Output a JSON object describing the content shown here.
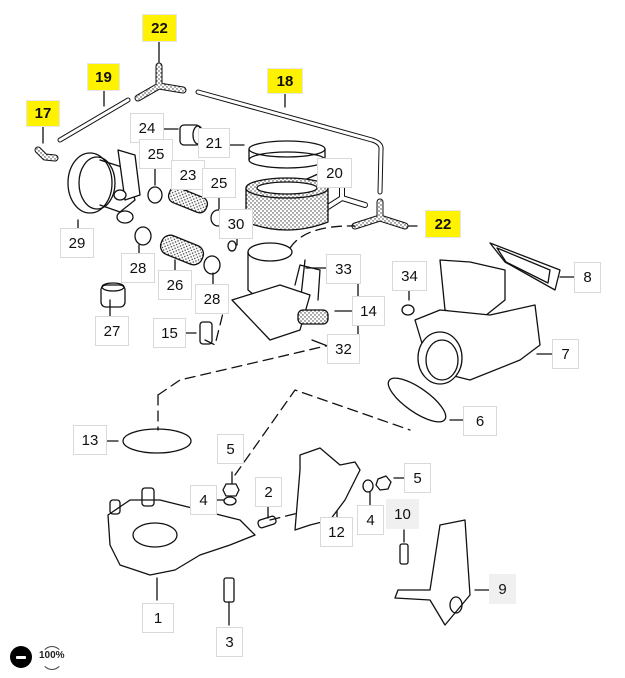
{
  "diagram": {
    "title": "Throttle body / intake parts diagram",
    "highlight_color": "#fff200",
    "callouts": [
      {
        "id": "22a",
        "label": "22",
        "highlighted": true
      },
      {
        "id": "19",
        "label": "19",
        "highlighted": true
      },
      {
        "id": "18",
        "label": "18",
        "highlighted": true
      },
      {
        "id": "17",
        "label": "17",
        "highlighted": true
      },
      {
        "id": "24",
        "label": "24",
        "highlighted": false
      },
      {
        "id": "21",
        "label": "21",
        "highlighted": false
      },
      {
        "id": "25a",
        "label": "25",
        "highlighted": false
      },
      {
        "id": "23",
        "label": "23",
        "highlighted": false
      },
      {
        "id": "25b",
        "label": "25",
        "highlighted": false
      },
      {
        "id": "20",
        "label": "20",
        "highlighted": false
      },
      {
        "id": "22b",
        "label": "22",
        "highlighted": true
      },
      {
        "id": "30",
        "label": "30",
        "highlighted": false
      },
      {
        "id": "29",
        "label": "29",
        "highlighted": false
      },
      {
        "id": "28a",
        "label": "28",
        "highlighted": false
      },
      {
        "id": "26",
        "label": "26",
        "highlighted": false
      },
      {
        "id": "28b",
        "label": "28",
        "highlighted": false
      },
      {
        "id": "33",
        "label": "33",
        "highlighted": false
      },
      {
        "id": "34",
        "label": "34",
        "highlighted": false
      },
      {
        "id": "8",
        "label": "8",
        "highlighted": false
      },
      {
        "id": "14",
        "label": "14",
        "highlighted": false
      },
      {
        "id": "27",
        "label": "27",
        "highlighted": false
      },
      {
        "id": "15",
        "label": "15",
        "highlighted": false
      },
      {
        "id": "32",
        "label": "32",
        "highlighted": false
      },
      {
        "id": "7",
        "label": "7",
        "highlighted": false
      },
      {
        "id": "6",
        "label": "6",
        "highlighted": false
      },
      {
        "id": "13",
        "label": "13",
        "highlighted": false
      },
      {
        "id": "5a",
        "label": "5",
        "highlighted": false
      },
      {
        "id": "5b",
        "label": "5",
        "highlighted": false
      },
      {
        "id": "4a",
        "label": "4",
        "highlighted": false
      },
      {
        "id": "2",
        "label": "2",
        "highlighted": false
      },
      {
        "id": "12",
        "label": "12",
        "highlighted": false
      },
      {
        "id": "4b",
        "label": "4",
        "highlighted": false
      },
      {
        "id": "10",
        "label": "10",
        "highlighted": false
      },
      {
        "id": "9",
        "label": "9",
        "highlighted": false
      },
      {
        "id": "1",
        "label": "1",
        "highlighted": false
      },
      {
        "id": "3",
        "label": "3",
        "highlighted": false
      }
    ]
  },
  "controls": {
    "zoom_out_icon": "minus-circle-icon",
    "zoom_level": "100%"
  }
}
